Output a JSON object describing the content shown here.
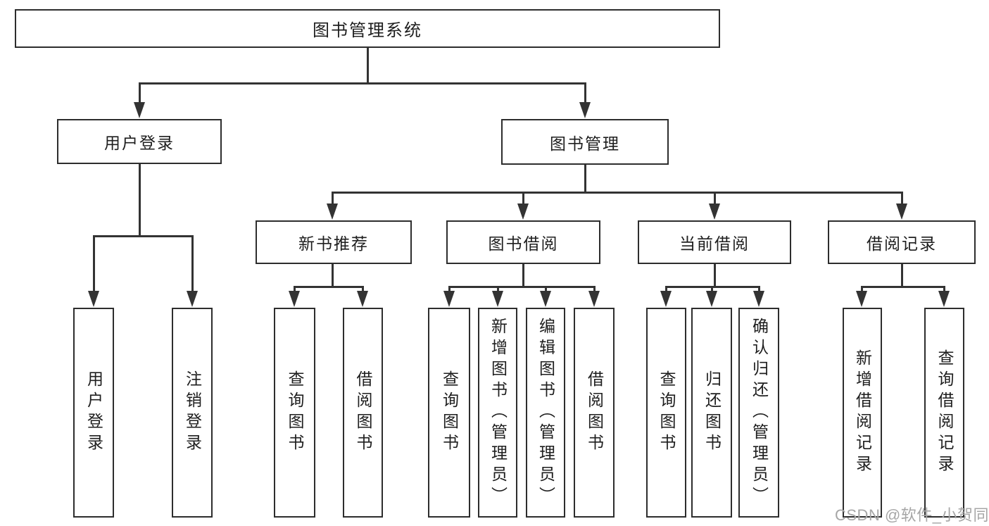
{
  "diagram": {
    "root": {
      "label": "图书管理系统"
    },
    "level2": {
      "user_login": {
        "label": "用户登录"
      },
      "book_mgmt": {
        "label": "图书管理"
      }
    },
    "level3": {
      "new_recommend": {
        "label": "新书推荐"
      },
      "book_borrow": {
        "label": "图书借阅"
      },
      "current_borrow": {
        "label": "当前借阅"
      },
      "borrow_records": {
        "label": "借阅记录"
      }
    },
    "leaves": {
      "login": [
        "用户登录",
        "注销登录"
      ],
      "recommend": [
        "查询图书",
        "借阅图书"
      ],
      "borrow": [
        "查询图书",
        "新增图书（管理员）",
        "编辑图书（管理员）",
        "借阅图书"
      ],
      "current": [
        "查询图书",
        "归还图书",
        "确认归还（管理员）"
      ],
      "records": [
        "新增借阅记录",
        "查询借阅记录"
      ]
    }
  },
  "watermark": {
    "text": "CSDN @软件_小贺同学"
  },
  "colors": {
    "box_border": "#2d2d2d",
    "connector": "#333333",
    "text": "#1e1e1e",
    "watermark": "#a6a6a6",
    "background": "#ffffff"
  }
}
